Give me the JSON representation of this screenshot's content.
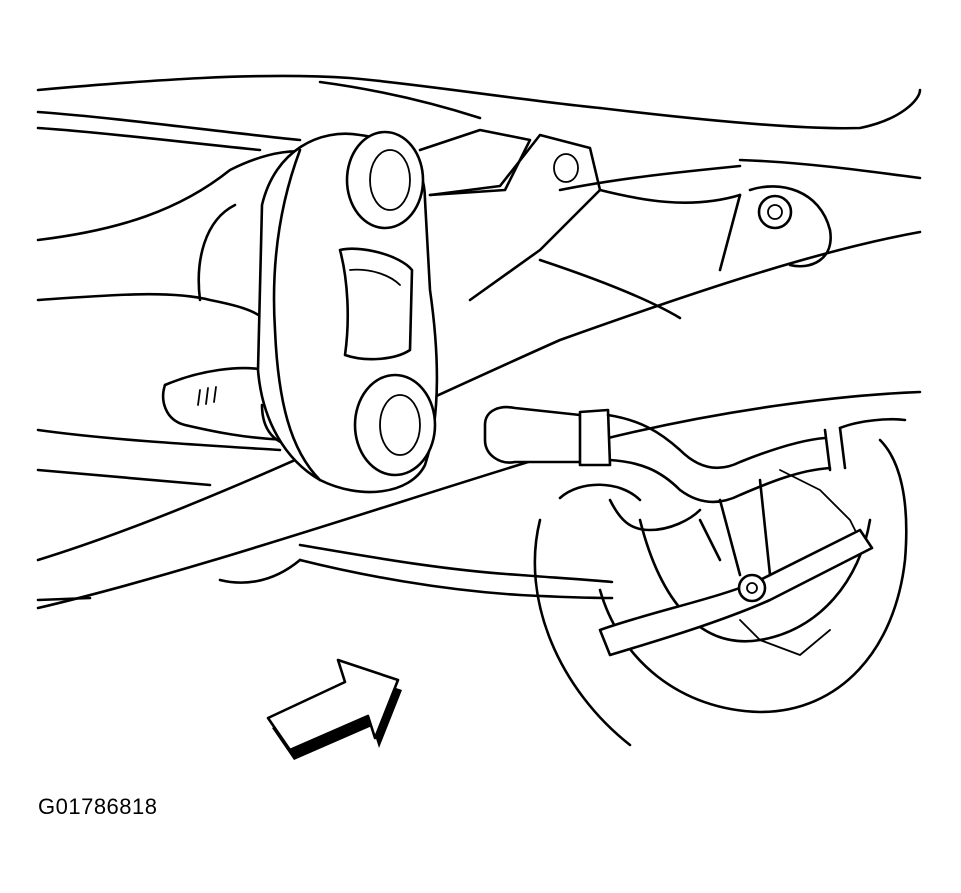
{
  "figure": {
    "id_label": "G01786818"
  },
  "colors": {
    "line": "#000000",
    "background": "#ffffff"
  },
  "parts": [
    "exhaust-hanger-insulator",
    "hand",
    "vehicle-frame-rail",
    "exhaust-hanger-pin",
    "exhaust-pipe",
    "brake-rotor",
    "suspension-link",
    "direction-arrow"
  ]
}
